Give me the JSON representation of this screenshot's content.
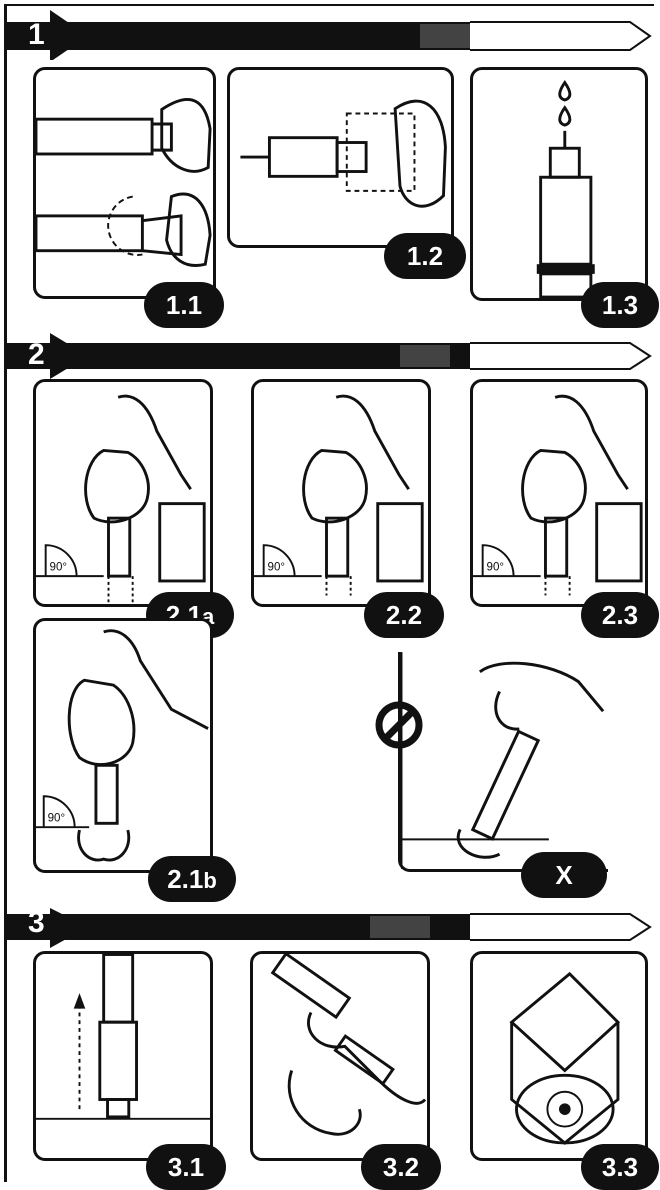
{
  "sections": [
    {
      "number": "1"
    },
    {
      "number": "2"
    },
    {
      "number": "3"
    }
  ],
  "steps": {
    "s1_1": "1.1",
    "s1_2": "1.2",
    "s1_3": "1.3",
    "s2_1a_main": "2.1",
    "s2_1a_sub": "a",
    "s2_2": "2.2",
    "s2_3": "2.3",
    "s2_1b_main": "2.1",
    "s2_1b_sub": "b",
    "s2_x": "X",
    "s3_1": "3.1",
    "s3_2": "3.2",
    "s3_3": "3.3"
  },
  "angle_labels": {
    "p2_1a": "90°",
    "p2_2": "90°",
    "p2_3": "90°",
    "p2_1b": "90°"
  },
  "icons": [
    "arrow-bar-icon",
    "drop-icon",
    "prohibited-icon",
    "hand-icon",
    "pen-icon",
    "needle-icon"
  ],
  "colors": {
    "ink": "#111111",
    "paper": "#ffffff"
  }
}
